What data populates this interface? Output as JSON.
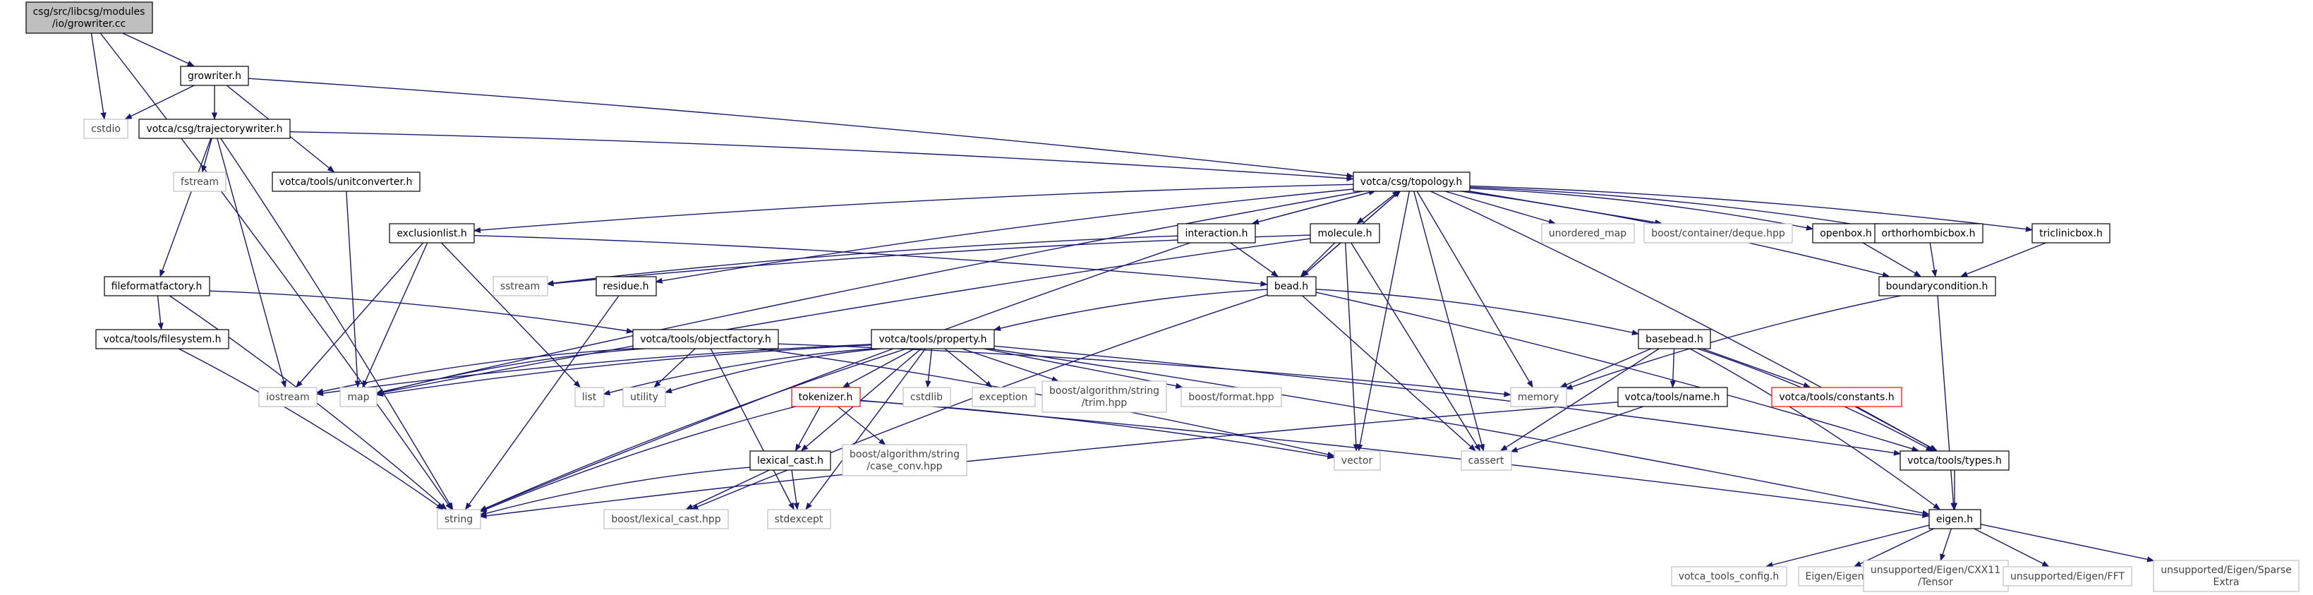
{
  "graph": {
    "edge_color": "#191970",
    "box_colors": {
      "root_fill": "#bfbfbf",
      "root_stroke": "#000000",
      "documented_stroke": "#000000",
      "external_stroke": "#bfbfbf",
      "truncated_stroke": "#ff0000"
    },
    "nodes": [
      {
        "id": "root",
        "lines": [
          "csg/src/libcsg/modules",
          "/io/growriter.cc"
        ],
        "kind": "root"
      },
      {
        "id": "growriter_h",
        "lines": [
          "growriter.h"
        ],
        "kind": "documented"
      },
      {
        "id": "cstdio",
        "lines": [
          "cstdio"
        ],
        "kind": "external"
      },
      {
        "id": "trajectorywriter_h",
        "lines": [
          "votca/csg/trajectorywriter.h"
        ],
        "kind": "documented"
      },
      {
        "id": "fstream",
        "lines": [
          "fstream"
        ],
        "kind": "external"
      },
      {
        "id": "unitconverter_h",
        "lines": [
          "votca/tools/unitconverter.h"
        ],
        "kind": "documented"
      },
      {
        "id": "topology_h",
        "lines": [
          "votca/csg/topology.h"
        ],
        "kind": "documented"
      },
      {
        "id": "fileformatfactory_h",
        "lines": [
          "fileformatfactory.h"
        ],
        "kind": "documented"
      },
      {
        "id": "filesystem_h",
        "lines": [
          "votca/tools/filesystem.h"
        ],
        "kind": "documented"
      },
      {
        "id": "exclusionlist_h",
        "lines": [
          "exclusionlist.h"
        ],
        "kind": "documented"
      },
      {
        "id": "interaction_h",
        "lines": [
          "interaction.h"
        ],
        "kind": "documented"
      },
      {
        "id": "molecule_h",
        "lines": [
          "molecule.h"
        ],
        "kind": "documented"
      },
      {
        "id": "unordered_map",
        "lines": [
          "unordered_map"
        ],
        "kind": "external"
      },
      {
        "id": "deque_hpp",
        "lines": [
          "boost/container/deque.hpp"
        ],
        "kind": "external"
      },
      {
        "id": "openbox_h",
        "lines": [
          "openbox.h"
        ],
        "kind": "documented"
      },
      {
        "id": "orthorhombicbox_h",
        "lines": [
          "orthorhombicbox.h"
        ],
        "kind": "documented"
      },
      {
        "id": "triclinicbox_h",
        "lines": [
          "triclinicbox.h"
        ],
        "kind": "documented"
      },
      {
        "id": "sstream",
        "lines": [
          "sstream"
        ],
        "kind": "external"
      },
      {
        "id": "residue_h",
        "lines": [
          "residue.h"
        ],
        "kind": "documented"
      },
      {
        "id": "bead_h",
        "lines": [
          "bead.h"
        ],
        "kind": "documented"
      },
      {
        "id": "boundarycondition_h",
        "lines": [
          "boundarycondition.h"
        ],
        "kind": "documented"
      },
      {
        "id": "objectfactory_h",
        "lines": [
          "votca/tools/objectfactory.h"
        ],
        "kind": "documented"
      },
      {
        "id": "property_h",
        "lines": [
          "votca/tools/property.h"
        ],
        "kind": "documented"
      },
      {
        "id": "basebead_h",
        "lines": [
          "basebead.h"
        ],
        "kind": "documented"
      },
      {
        "id": "iostream",
        "lines": [
          "iostream"
        ],
        "kind": "external"
      },
      {
        "id": "map",
        "lines": [
          "map"
        ],
        "kind": "external"
      },
      {
        "id": "list",
        "lines": [
          "list"
        ],
        "kind": "external"
      },
      {
        "id": "utility",
        "lines": [
          "utility"
        ],
        "kind": "external"
      },
      {
        "id": "tokenizer_h",
        "lines": [
          "tokenizer.h"
        ],
        "kind": "truncated"
      },
      {
        "id": "cstdlib",
        "lines": [
          "cstdlib"
        ],
        "kind": "external"
      },
      {
        "id": "exception",
        "lines": [
          "exception"
        ],
        "kind": "external"
      },
      {
        "id": "trim_hpp",
        "lines": [
          "boost/algorithm/string",
          "/trim.hpp"
        ],
        "kind": "external"
      },
      {
        "id": "format_hpp",
        "lines": [
          "boost/format.hpp"
        ],
        "kind": "external"
      },
      {
        "id": "memory",
        "lines": [
          "memory"
        ],
        "kind": "external"
      },
      {
        "id": "name_h",
        "lines": [
          "votca/tools/name.h"
        ],
        "kind": "documented"
      },
      {
        "id": "constants_h",
        "lines": [
          "votca/tools/constants.h"
        ],
        "kind": "truncated"
      },
      {
        "id": "lexical_cast_h",
        "lines": [
          "lexical_cast.h"
        ],
        "kind": "documented"
      },
      {
        "id": "case_conv_hpp",
        "lines": [
          "boost/algorithm/string",
          "/case_conv.hpp"
        ],
        "kind": "external"
      },
      {
        "id": "vector",
        "lines": [
          "vector"
        ],
        "kind": "external"
      },
      {
        "id": "cassert",
        "lines": [
          "cassert"
        ],
        "kind": "external"
      },
      {
        "id": "types_h",
        "lines": [
          "votca/tools/types.h"
        ],
        "kind": "documented"
      },
      {
        "id": "string",
        "lines": [
          "string"
        ],
        "kind": "external"
      },
      {
        "id": "boost_lexical_cast_hpp",
        "lines": [
          "boost/lexical_cast.hpp"
        ],
        "kind": "external"
      },
      {
        "id": "stdexcept",
        "lines": [
          "stdexcept"
        ],
        "kind": "external"
      },
      {
        "id": "eigen_h",
        "lines": [
          "eigen.h"
        ],
        "kind": "documented"
      },
      {
        "id": "votca_tools_config_h",
        "lines": [
          "votca_tools_config.h"
        ],
        "kind": "external"
      },
      {
        "id": "eigen_eigen",
        "lines": [
          "Eigen/Eigen"
        ],
        "kind": "external"
      },
      {
        "id": "tensor",
        "lines": [
          "unsupported/Eigen/CXX11",
          "/Tensor"
        ],
        "kind": "external"
      },
      {
        "id": "fft",
        "lines": [
          "unsupported/Eigen/FFT"
        ],
        "kind": "external"
      },
      {
        "id": "sparse_extra",
        "lines": [
          "unsupported/Eigen/Sparse",
          "Extra"
        ],
        "kind": "external"
      }
    ],
    "edges": [
      [
        "root",
        "growriter_h"
      ],
      [
        "root",
        "cstdio"
      ],
      [
        "root",
        "string"
      ],
      [
        "growriter_h",
        "cstdio"
      ],
      [
        "growriter_h",
        "trajectorywriter_h"
      ],
      [
        "growriter_h",
        "unitconverter_h"
      ],
      [
        "growriter_h",
        "topology_h"
      ],
      [
        "trajectorywriter_h",
        "fstream"
      ],
      [
        "trajectorywriter_h",
        "topology_h"
      ],
      [
        "trajectorywriter_h",
        "fileformatfactory_h"
      ],
      [
        "trajectorywriter_h",
        "iostream"
      ],
      [
        "trajectorywriter_h",
        "string"
      ],
      [
        "unitconverter_h",
        "map"
      ],
      [
        "fileformatfactory_h",
        "filesystem_h"
      ],
      [
        "fileformatfactory_h",
        "objectfactory_h"
      ],
      [
        "fileformatfactory_h",
        "string"
      ],
      [
        "filesystem_h",
        "string"
      ],
      [
        "topology_h",
        "exclusionlist_h"
      ],
      [
        "topology_h",
        "interaction_h"
      ],
      [
        "topology_h",
        "molecule_h"
      ],
      [
        "topology_h",
        "unordered_map"
      ],
      [
        "topology_h",
        "deque_hpp"
      ],
      [
        "topology_h",
        "openbox_h"
      ],
      [
        "topology_h",
        "orthorhombicbox_h"
      ],
      [
        "topology_h",
        "triclinicbox_h"
      ],
      [
        "topology_h",
        "bead_h"
      ],
      [
        "topology_h",
        "boundarycondition_h"
      ],
      [
        "topology_h",
        "map"
      ],
      [
        "topology_h",
        "memory"
      ],
      [
        "topology_h",
        "vector"
      ],
      [
        "topology_h",
        "cassert"
      ],
      [
        "topology_h",
        "types_h"
      ],
      [
        "topology_h",
        "residue_h"
      ],
      [
        "exclusionlist_h",
        "bead_h"
      ],
      [
        "exclusionlist_h",
        "iostream"
      ],
      [
        "exclusionlist_h",
        "map"
      ],
      [
        "exclusionlist_h",
        "list"
      ],
      [
        "interaction_h",
        "topology_h"
      ],
      [
        "interaction_h",
        "bead_h"
      ],
      [
        "interaction_h",
        "sstream"
      ],
      [
        "interaction_h",
        "string"
      ],
      [
        "molecule_h",
        "topology_h"
      ],
      [
        "molecule_h",
        "bead_h"
      ],
      [
        "molecule_h",
        "sstream"
      ],
      [
        "molecule_h",
        "map"
      ],
      [
        "molecule_h",
        "vector"
      ],
      [
        "molecule_h",
        "cassert"
      ],
      [
        "openbox_h",
        "boundarycondition_h"
      ],
      [
        "orthorhombicbox_h",
        "boundarycondition_h"
      ],
      [
        "triclinicbox_h",
        "boundarycondition_h"
      ],
      [
        "residue_h",
        "string"
      ],
      [
        "boundarycondition_h",
        "memory"
      ],
      [
        "boundarycondition_h",
        "eigen_h"
      ],
      [
        "bead_h",
        "topology_h"
      ],
      [
        "bead_h",
        "property_h"
      ],
      [
        "bead_h",
        "basebead_h"
      ],
      [
        "bead_h",
        "cassert"
      ],
      [
        "bead_h",
        "types_h"
      ],
      [
        "bead_h",
        "boost_lexical_cast_hpp"
      ],
      [
        "objectfactory_h",
        "map"
      ],
      [
        "objectfactory_h",
        "iostream"
      ],
      [
        "objectfactory_h",
        "utility"
      ],
      [
        "objectfactory_h",
        "stdexcept"
      ],
      [
        "objectfactory_h",
        "memory"
      ],
      [
        "objectfactory_h",
        "vector"
      ],
      [
        "property_h",
        "iostream"
      ],
      [
        "property_h",
        "map"
      ],
      [
        "property_h",
        "list"
      ],
      [
        "property_h",
        "utility"
      ],
      [
        "property_h",
        "tokenizer_h"
      ],
      [
        "property_h",
        "cstdlib"
      ],
      [
        "property_h",
        "exception"
      ],
      [
        "property_h",
        "trim_hpp"
      ],
      [
        "property_h",
        "format_hpp"
      ],
      [
        "property_h",
        "lexical_cast_h"
      ],
      [
        "property_h",
        "types_h"
      ],
      [
        "property_h",
        "eigen_h"
      ],
      [
        "property_h",
        "stdexcept"
      ],
      [
        "property_h",
        "string"
      ],
      [
        "basebead_h",
        "memory"
      ],
      [
        "basebead_h",
        "name_h"
      ],
      [
        "basebead_h",
        "constants_h"
      ],
      [
        "basebead_h",
        "types_h"
      ],
      [
        "basebead_h",
        "eigen_h"
      ],
      [
        "basebead_h",
        "cassert"
      ],
      [
        "name_h",
        "cassert"
      ],
      [
        "name_h",
        "string"
      ],
      [
        "constants_h",
        "types_h"
      ],
      [
        "tokenizer_h",
        "lexical_cast_h"
      ],
      [
        "tokenizer_h",
        "case_conv_hpp"
      ],
      [
        "tokenizer_h",
        "vector"
      ],
      [
        "tokenizer_h",
        "string"
      ],
      [
        "tokenizer_h",
        "eigen_h"
      ],
      [
        "lexical_cast_h",
        "boost_lexical_cast_hpp"
      ],
      [
        "lexical_cast_h",
        "stdexcept"
      ],
      [
        "lexical_cast_h",
        "string"
      ],
      [
        "types_h",
        "eigen_h"
      ],
      [
        "eigen_h",
        "votca_tools_config_h"
      ],
      [
        "eigen_h",
        "eigen_eigen"
      ],
      [
        "eigen_h",
        "tensor"
      ],
      [
        "eigen_h",
        "fft"
      ],
      [
        "eigen_h",
        "sparse_extra"
      ]
    ]
  }
}
